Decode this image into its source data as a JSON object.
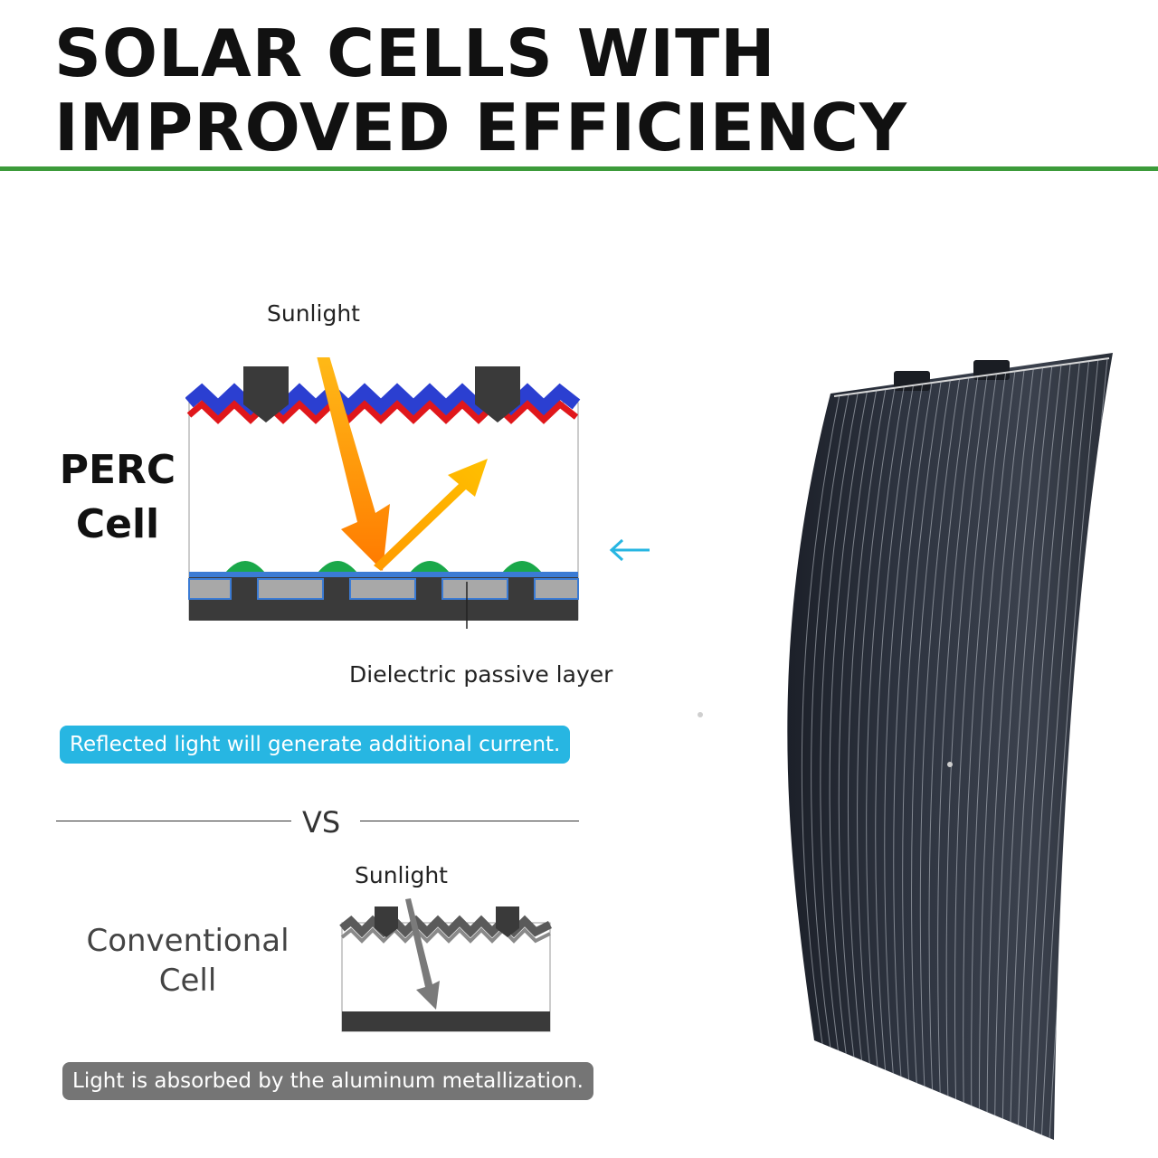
{
  "header": {
    "title_line1": "SOLAR CELLS WITH",
    "title_line2": "IMPROVED EFFICIENCY"
  },
  "perc": {
    "label_line1": "PERC",
    "label_line2": "Cell",
    "sunlight": "Sunlight",
    "layer_label": "Dielectric passive layer",
    "caption": "Reflected light will generate additional current."
  },
  "divider": {
    "text": "VS"
  },
  "conventional": {
    "label_line1": "Conventional",
    "label_line2": "Cell",
    "sunlight": "Sunlight",
    "caption": "Light is absorbed by the aluminum metallization."
  },
  "colors": {
    "accent_green": "#3c9b3a",
    "caption_blue": "#27b6e2",
    "caption_gray": "#757575",
    "arrow_cyan": "#27b6e2"
  },
  "icons": [
    "left-arrow-icon"
  ]
}
